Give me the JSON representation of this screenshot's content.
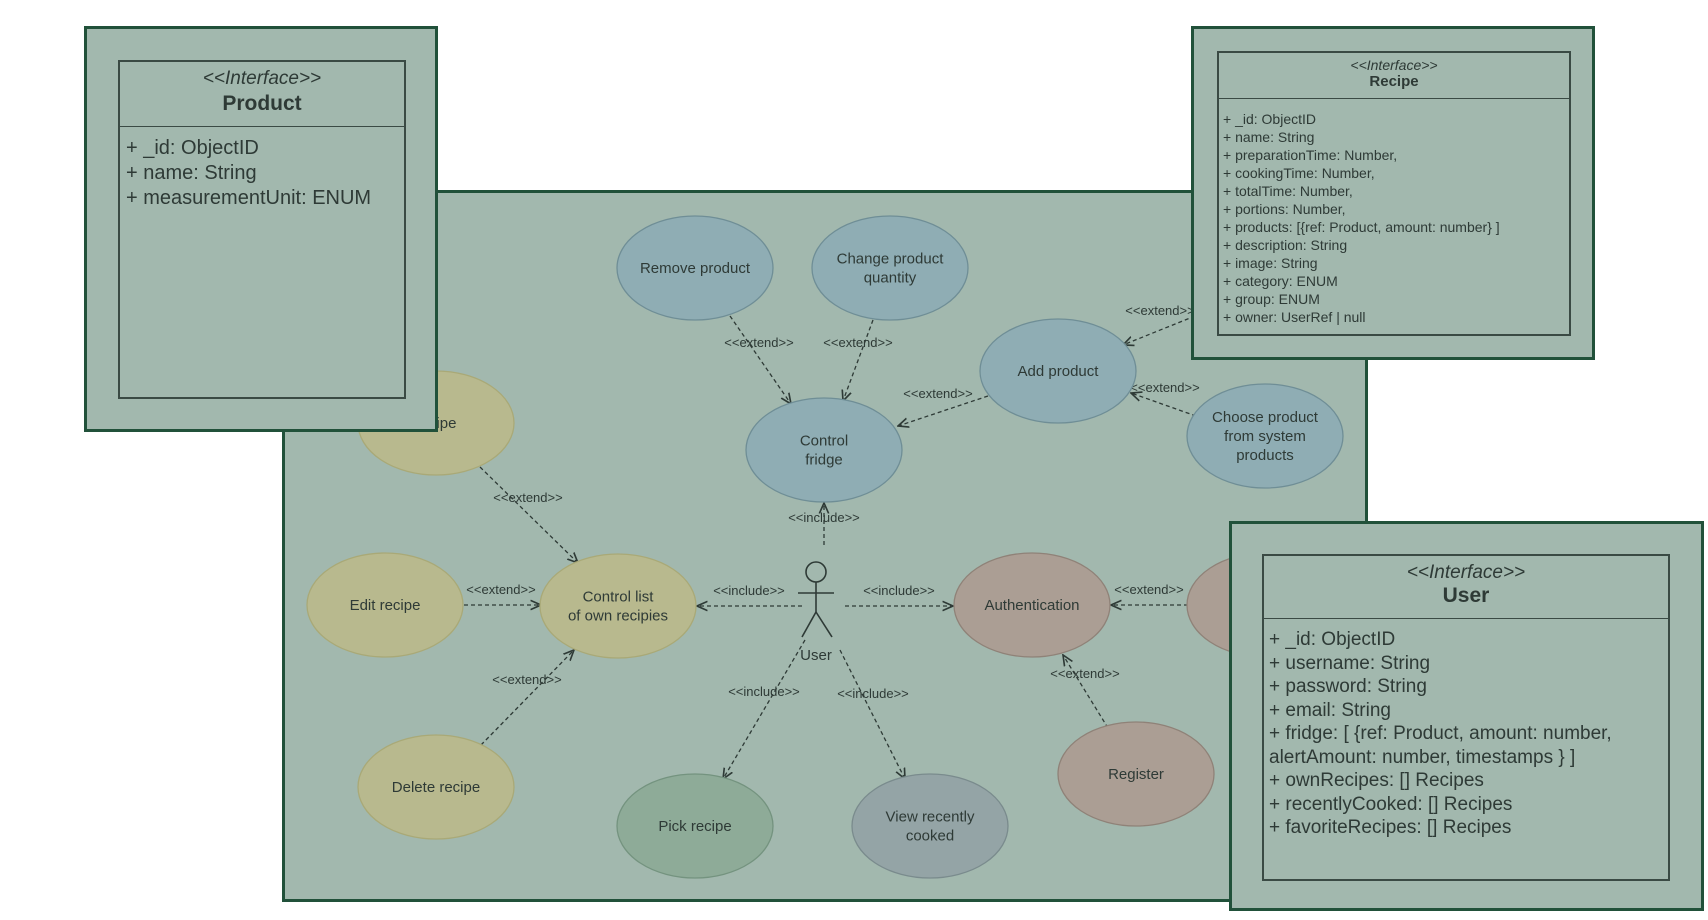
{
  "use_cases": [
    {
      "id": "remove-product",
      "lines": [
        "Remove product"
      ],
      "color": "blue"
    },
    {
      "id": "change-product-quantity",
      "lines": [
        "Change product",
        "quantity"
      ],
      "color": "blue"
    },
    {
      "id": "add-product",
      "lines": [
        "Add product"
      ],
      "color": "blue"
    },
    {
      "id": "choose-product",
      "lines": [
        "Choose product",
        "from system",
        "products"
      ],
      "color": "blue"
    },
    {
      "id": "control-fridge",
      "lines": [
        "Control",
        "fridge"
      ],
      "color": "blue"
    },
    {
      "id": "recipe-partial",
      "lines": [
        "recipe"
      ],
      "color": "olive"
    },
    {
      "id": "edit-recipe",
      "lines": [
        "Edit recipe"
      ],
      "color": "olive"
    },
    {
      "id": "control-list",
      "lines": [
        "Control list",
        "of own recipies"
      ],
      "color": "olive"
    },
    {
      "id": "delete-recipe",
      "lines": [
        "Delete recipe"
      ],
      "color": "olive"
    },
    {
      "id": "authentication",
      "lines": [
        "Authentication"
      ],
      "color": "rose"
    },
    {
      "id": "register",
      "lines": [
        "Register"
      ],
      "color": "rose"
    },
    {
      "id": "auth-partial",
      "lines": [],
      "color": "rose"
    },
    {
      "id": "top-right-partial",
      "lines": [],
      "color": "blue"
    },
    {
      "id": "pick-recipe",
      "lines": [
        "Pick recipe"
      ],
      "color": "green"
    },
    {
      "id": "view-recently-cooked",
      "lines": [
        "View recently",
        "cooked"
      ],
      "color": "gray"
    }
  ],
  "actor": {
    "label": "User"
  },
  "relations": [
    {
      "from": "remove-product",
      "to": "control-fridge",
      "label": "<<extend>>"
    },
    {
      "from": "change-product-quantity",
      "to": "control-fridge",
      "label": "<<extend>>"
    },
    {
      "from": "add-product",
      "to": "control-fridge",
      "label": "<<extend>>"
    },
    {
      "from": "top-right-partial",
      "to": "add-product",
      "label": "<<extend>>"
    },
    {
      "from": "choose-product",
      "to": "add-product",
      "label": "<<extend>>"
    },
    {
      "from": "user",
      "to": "control-fridge",
      "label": "<<include>>"
    },
    {
      "from": "recipe-partial",
      "to": "control-list",
      "label": "<<extend>>"
    },
    {
      "from": "edit-recipe",
      "to": "control-list",
      "label": "<<extend>>"
    },
    {
      "from": "delete-recipe",
      "to": "control-list",
      "label": "<<extend>>"
    },
    {
      "from": "user",
      "to": "control-list",
      "label": "<<include>>"
    },
    {
      "from": "user",
      "to": "authentication",
      "label": "<<include>>"
    },
    {
      "from": "auth-partial",
      "to": "authentication",
      "label": "<<extend>>"
    },
    {
      "from": "register",
      "to": "authentication",
      "label": "<<extend>>"
    },
    {
      "from": "user",
      "to": "pick-recipe",
      "label": "<<include>>"
    },
    {
      "from": "user",
      "to": "view-recently-cooked",
      "label": "<<include>>"
    }
  ],
  "colors": {
    "frame_bg": "#a2b8ae",
    "frame_border": "#21513a",
    "blue_fill": "#8fadb4",
    "olive_fill": "#b8b98e",
    "rose_fill": "#ab9e94",
    "green_fill": "#8eab98",
    "gray_fill": "#94a4a6",
    "text": "#2e3a36"
  },
  "interfaces": {
    "product": {
      "stereotype": "<<Interface>>",
      "name": "Product",
      "attributes": [
        "+ _id: ObjectID",
        "+ name: String",
        "+ measurementUnit: ENUM"
      ]
    },
    "recipe": {
      "stereotype": "<<Interface>>",
      "name": "Recipe",
      "attributes": [
        "+ _id: ObjectID",
        "+ name: String",
        "+ preparationTime: Number,",
        "+ cookingTime: Number,",
        "+ totalTime: Number,",
        "+ portions: Number,",
        "+ products: [{ref: Product, amount: number} ]",
        "+ description: String",
        "+ image: String",
        "+ category: ENUM",
        "+ group: ENUM",
        "+ owner: UserRef | null"
      ]
    },
    "user": {
      "stereotype": "<<Interface>>",
      "name": "User",
      "attributes": [
        "+ _id: ObjectID",
        "+ username: String",
        "+ password: String",
        "+ email: String",
        "+ fridge: [ {ref: Product, amount: number, alertAmount: number, timestamps } ]",
        "+ ownRecipes: [] Recipes",
        "+ recentlyCooked: [] Recipes",
        "+ favoriteRecipes: [] Recipes"
      ]
    }
  }
}
